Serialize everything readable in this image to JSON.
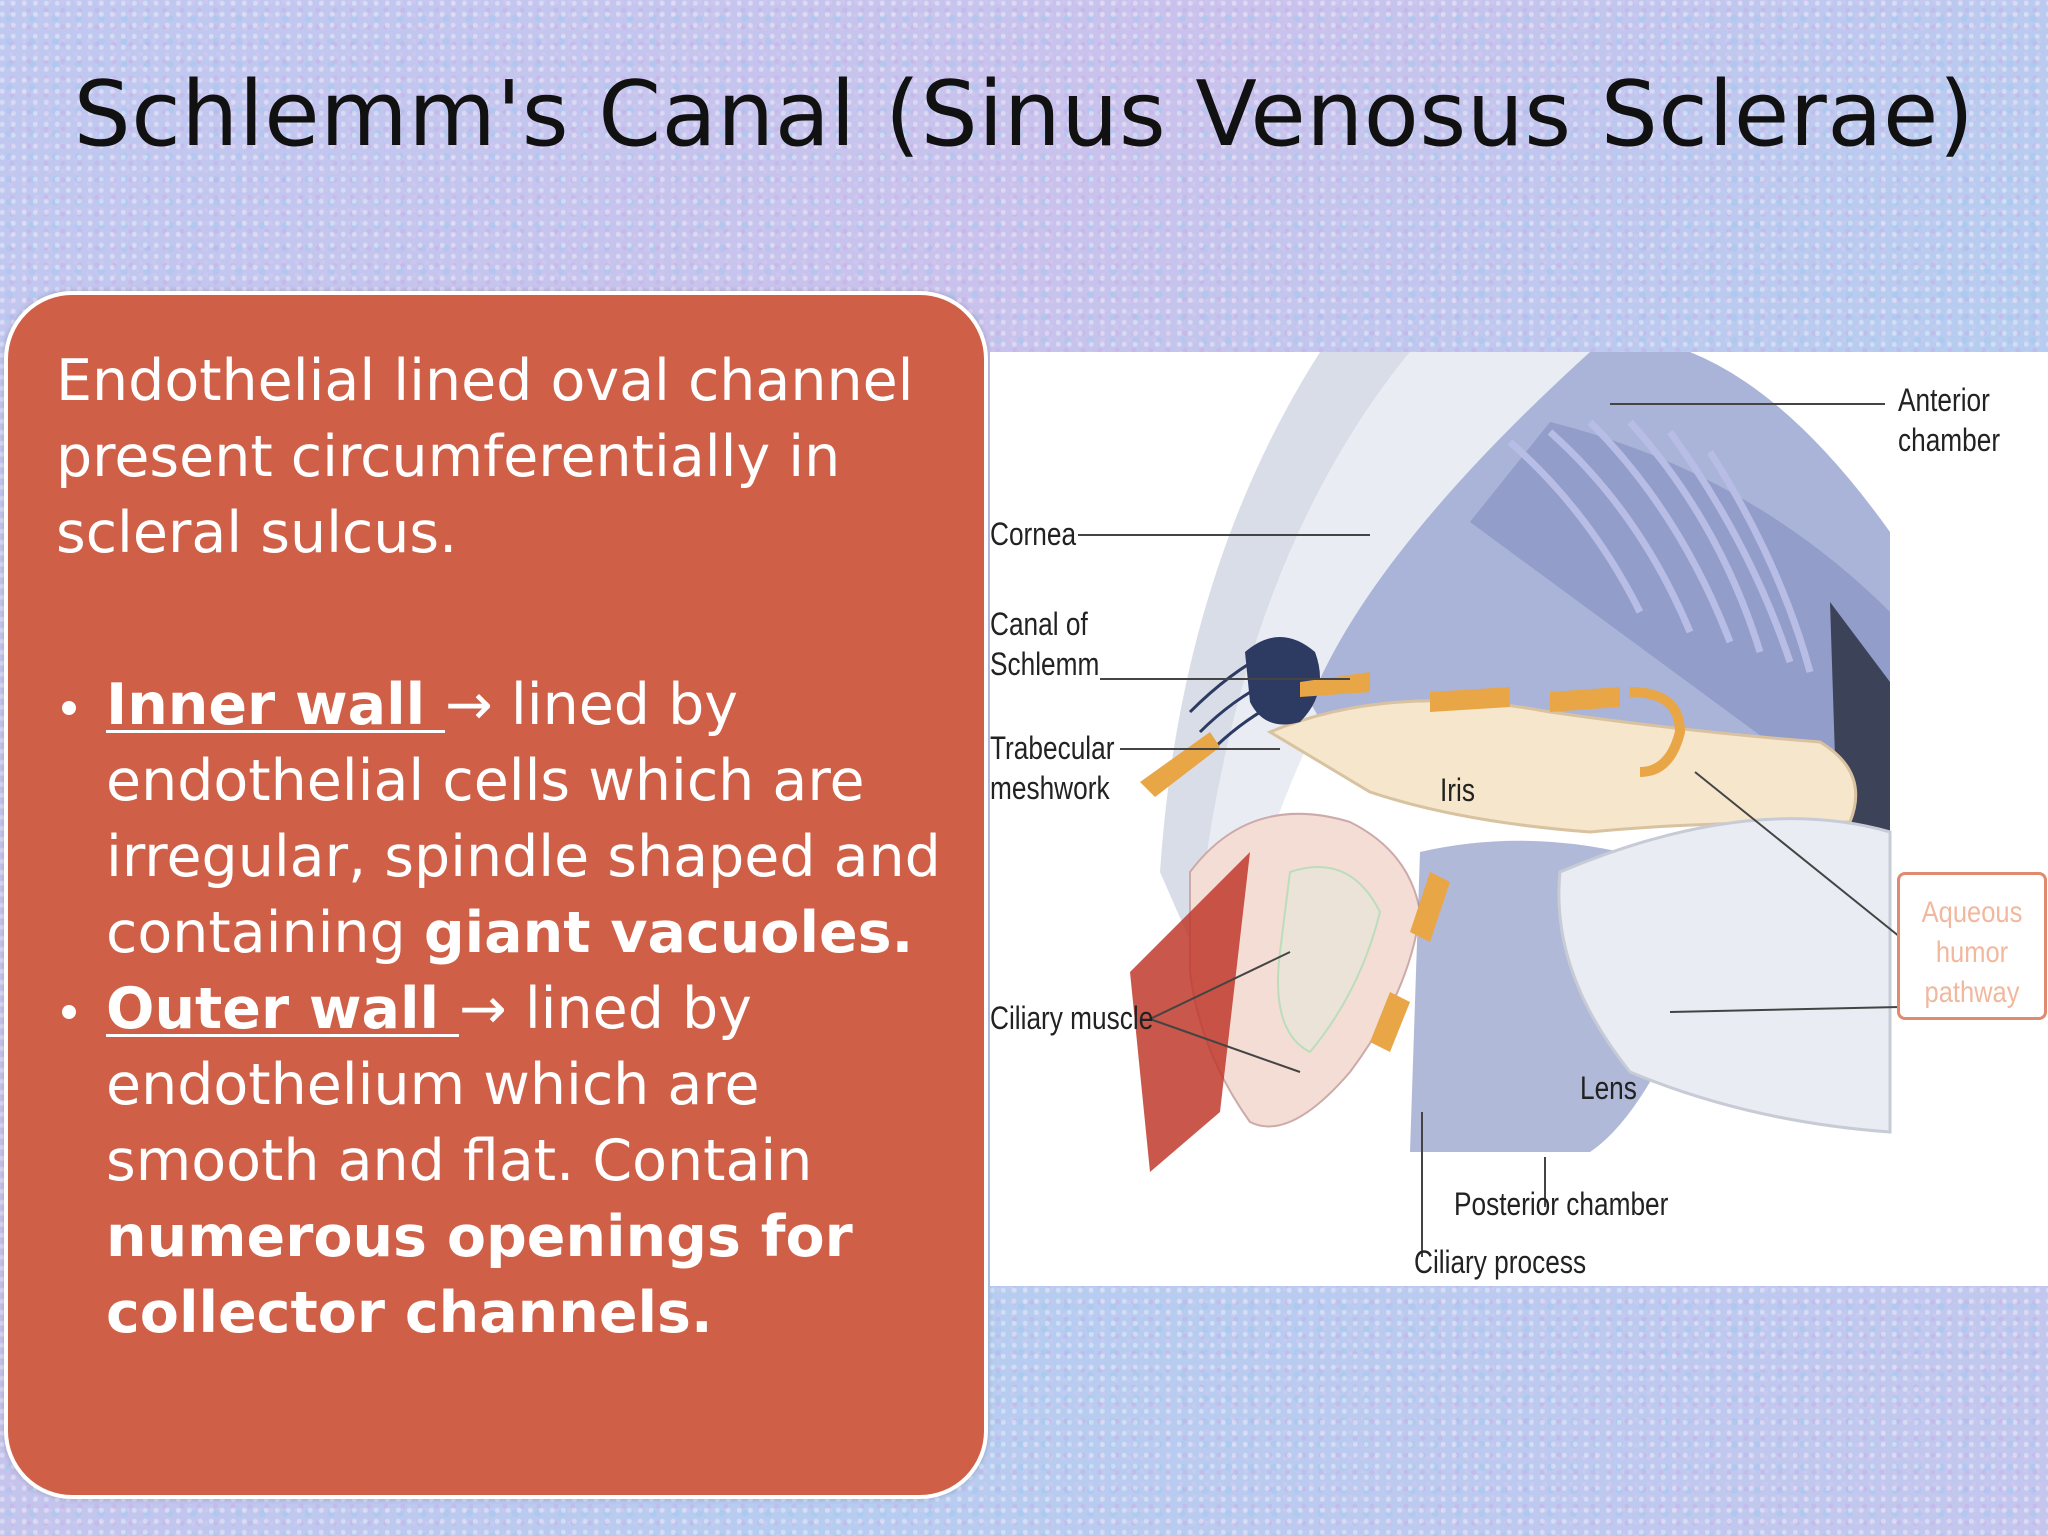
{
  "slide": {
    "title": "Schlemm's Canal (Sinus Venosus Sclerae)",
    "intro_text": "Endothelial lined oval channel present circumferentially in scleral sulcus.",
    "bullets": [
      {
        "heading": "Inner wall ",
        "arrow": "→",
        "text": " lined by endothelial cells which are irregular, spindle shaped and containing ",
        "bold_text": "giant vacuoles."
      },
      {
        "heading": "Outer wall ",
        "arrow": "→",
        "text": " lined by endothelium which are smooth and flat. Contain ",
        "bold_text": "numerous openings for collector channels."
      }
    ]
  },
  "figure": {
    "labels": {
      "anterior_chamber_1": "Anterior",
      "anterior_chamber_2": "chamber",
      "cornea": "Cornea",
      "canal_1": "Canal of",
      "canal_2": "Schlemm",
      "trabecular_1": "Trabecular",
      "trabecular_2": "meshwork",
      "iris": "Iris",
      "ciliary_muscle": "Ciliary muscle",
      "lens": "Lens",
      "posterior_chamber": "Posterior chamber",
      "ciliary_process": "Ciliary process",
      "pathway_1": "Aqueous",
      "pathway_2": "humor",
      "pathway_3": "pathway"
    },
    "colors": {
      "flow_arrow": "#e8a646",
      "pathway_border": "#e08a70",
      "pathway_text": "#f2b89e"
    }
  }
}
